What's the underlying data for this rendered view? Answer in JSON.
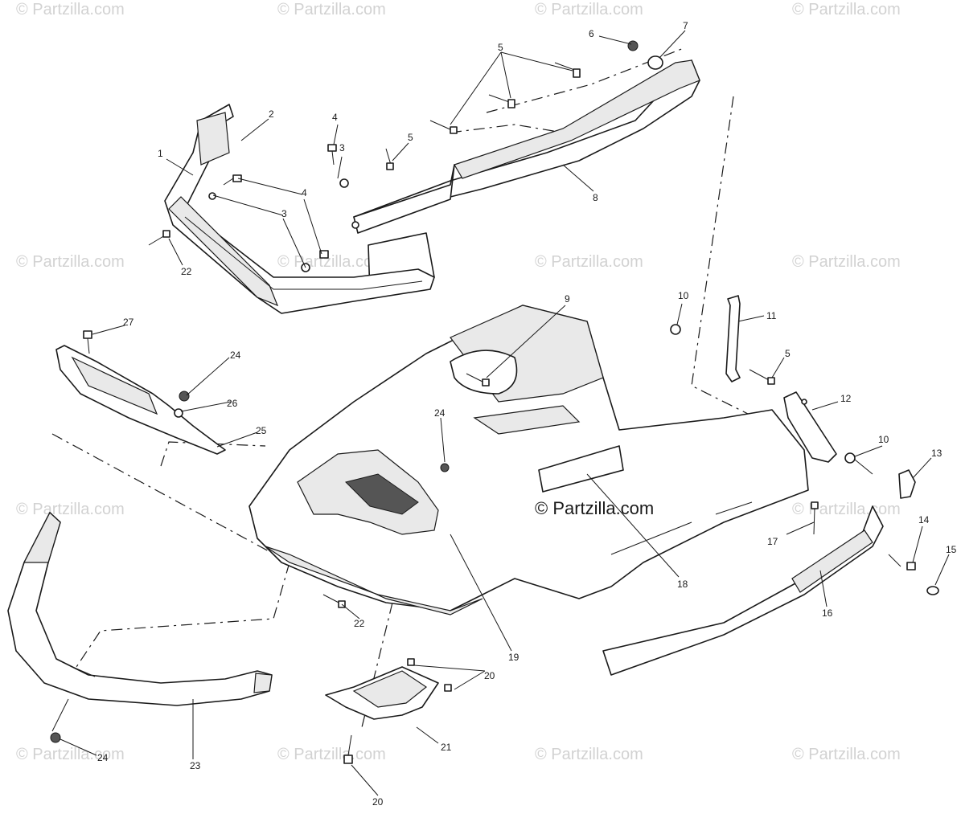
{
  "watermark": {
    "text": "© Partzilla.com",
    "center_text": "© Partzilla.com"
  },
  "callouts": [
    {
      "label": "1"
    },
    {
      "label": "2"
    },
    {
      "label": "3"
    },
    {
      "label": "3"
    },
    {
      "label": "4"
    },
    {
      "label": "4"
    },
    {
      "label": "5"
    },
    {
      "label": "5"
    },
    {
      "label": "5"
    },
    {
      "label": "6"
    },
    {
      "label": "7"
    },
    {
      "label": "8"
    },
    {
      "label": "9"
    },
    {
      "label": "10"
    },
    {
      "label": "10"
    },
    {
      "label": "11"
    },
    {
      "label": "12"
    },
    {
      "label": "13"
    },
    {
      "label": "14"
    },
    {
      "label": "15"
    },
    {
      "label": "16"
    },
    {
      "label": "17"
    },
    {
      "label": "18"
    },
    {
      "label": "19"
    },
    {
      "label": "20"
    },
    {
      "label": "20"
    },
    {
      "label": "21"
    },
    {
      "label": "22"
    },
    {
      "label": "22"
    },
    {
      "label": "23"
    },
    {
      "label": "24"
    },
    {
      "label": "24"
    },
    {
      "label": "24"
    },
    {
      "label": "25"
    },
    {
      "label": "26"
    },
    {
      "label": "27"
    }
  ]
}
